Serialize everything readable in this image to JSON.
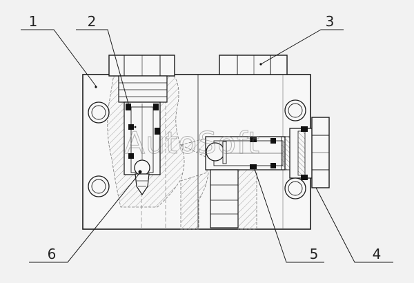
{
  "diagram": {
    "callouts": [
      {
        "id": "1",
        "label": "1"
      },
      {
        "id": "2",
        "label": "2"
      },
      {
        "id": "3",
        "label": "3"
      },
      {
        "id": "4",
        "label": "4"
      },
      {
        "id": "5",
        "label": "5"
      },
      {
        "id": "6",
        "label": "6"
      }
    ],
    "watermark": "AutoSoft",
    "colors": {
      "background": "#f2f2f2",
      "line": "#1a1a1a",
      "hatch": "#8a8a8a"
    }
  }
}
